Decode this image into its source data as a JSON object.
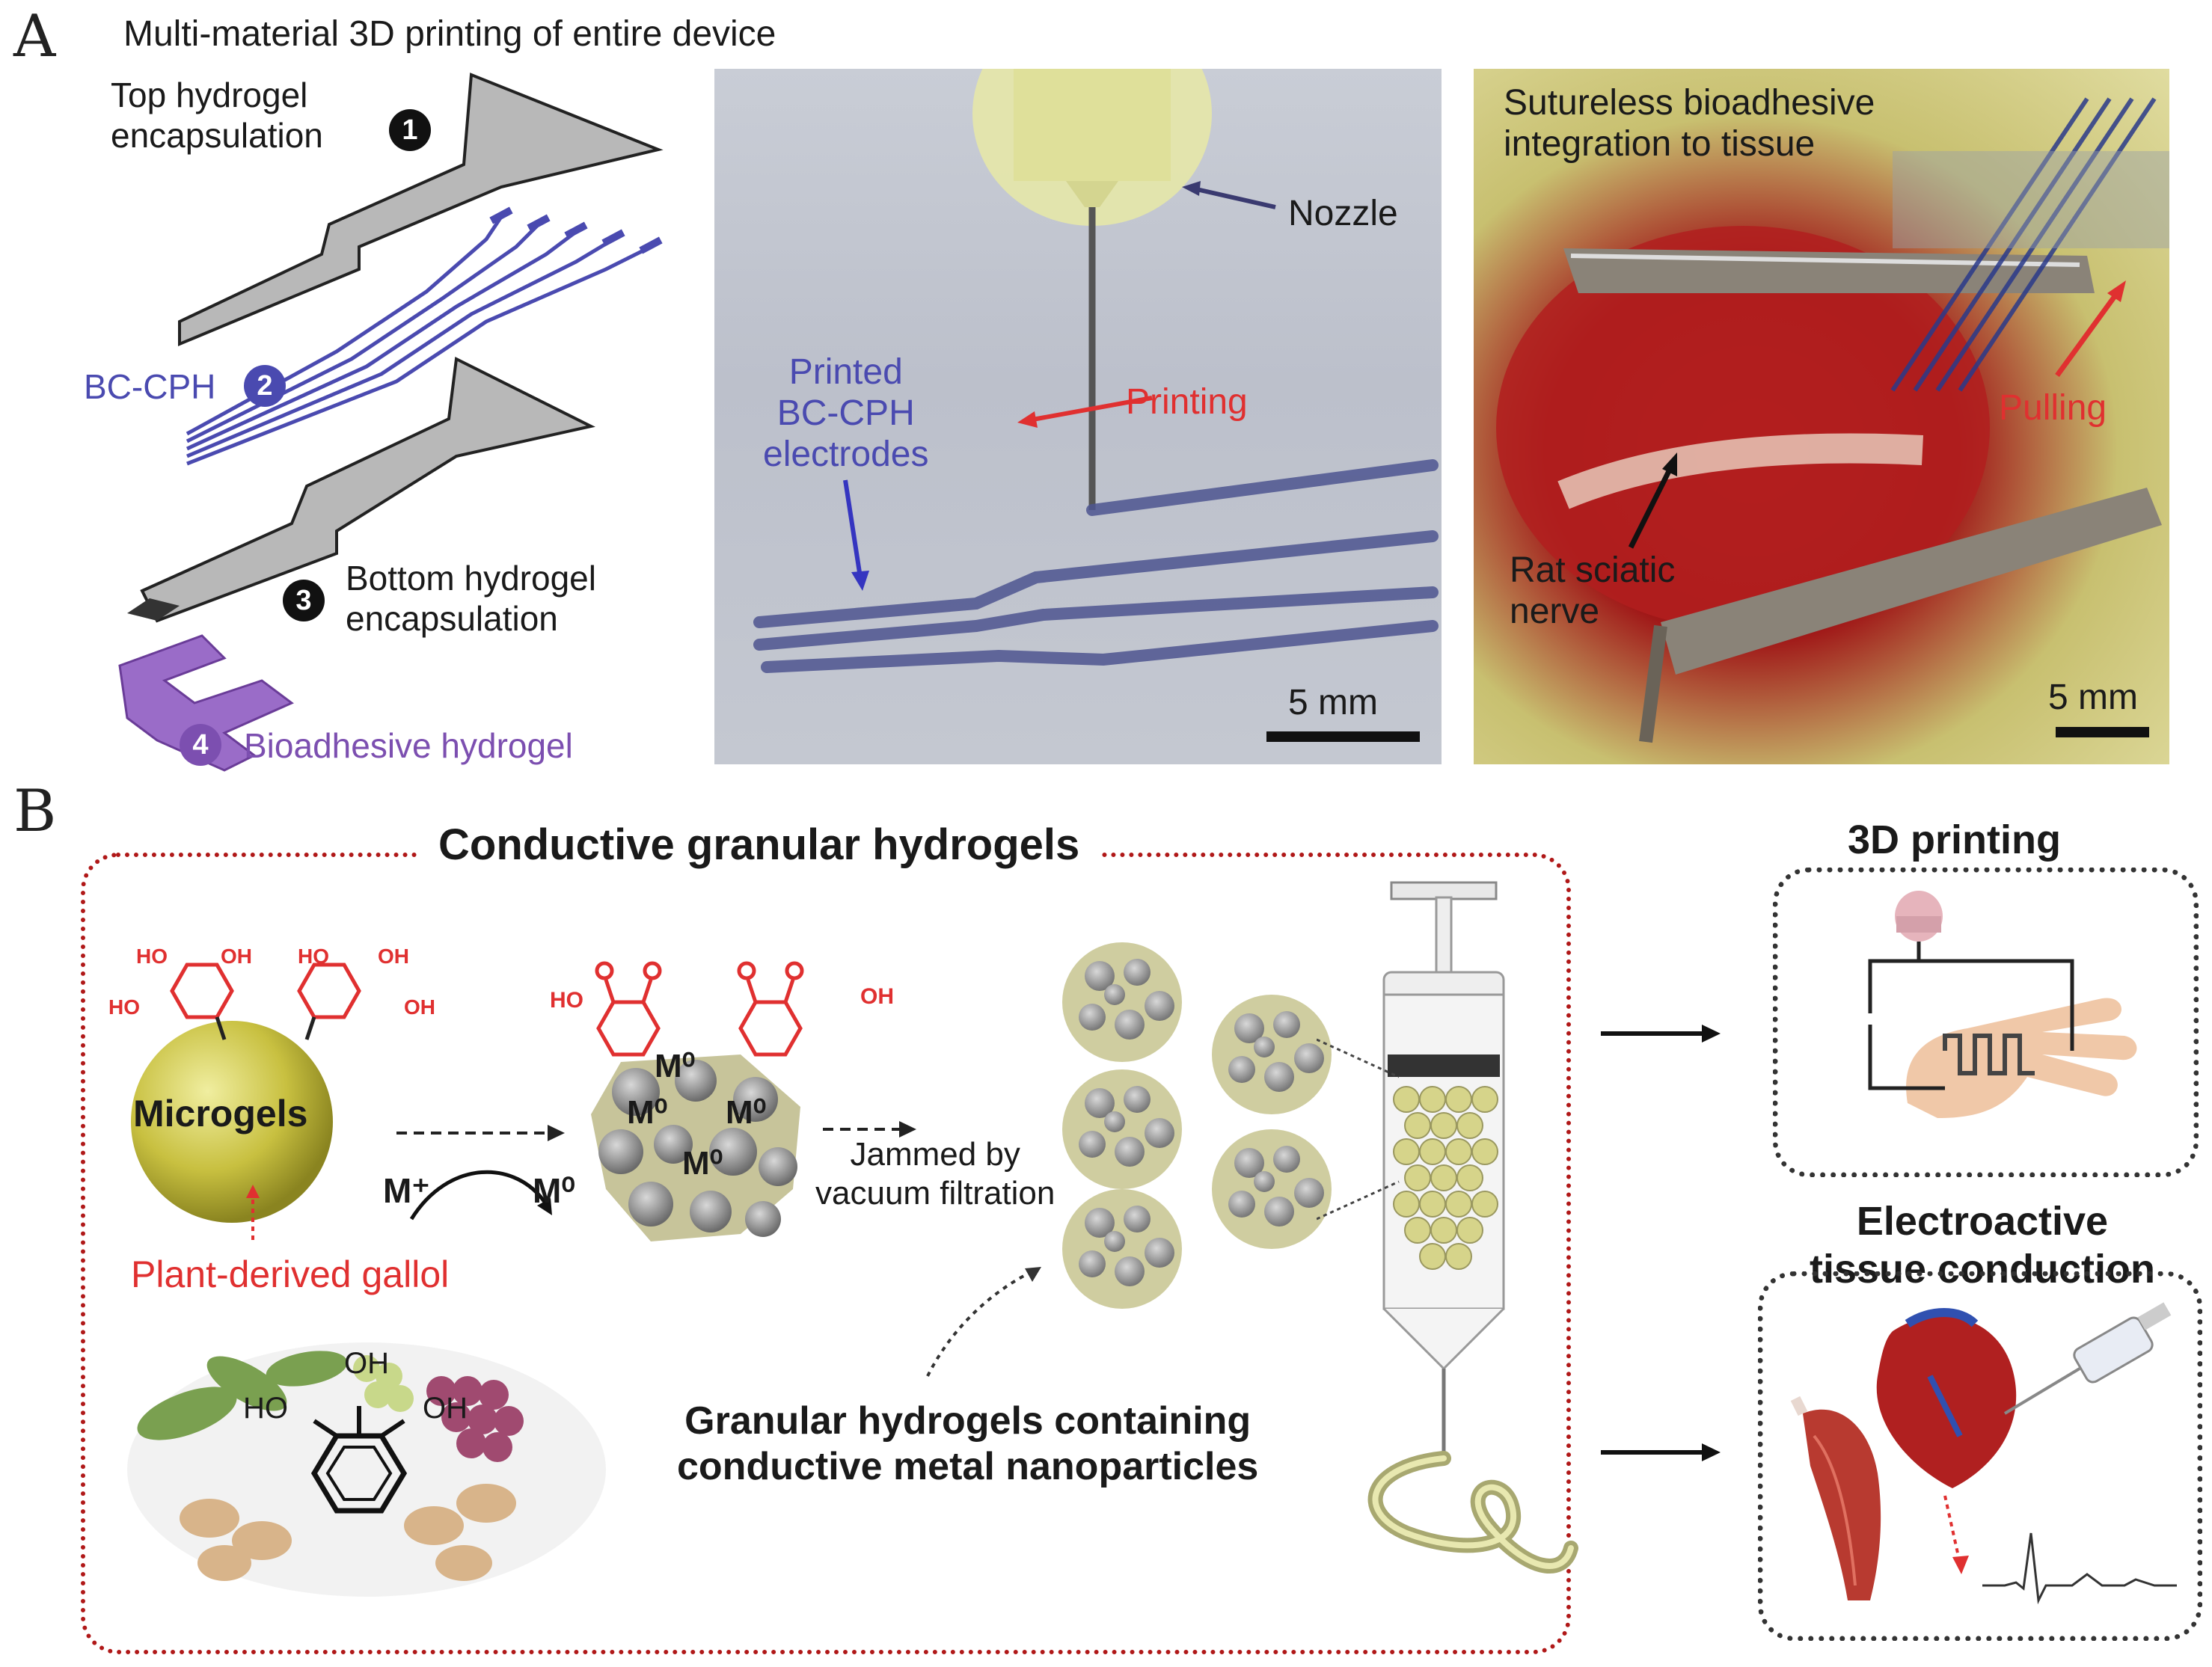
{
  "panel_a": {
    "letter": "A",
    "title": "Multi-material 3D printing of entire device",
    "layers": [
      {
        "num": "1",
        "label_lines": [
          "Top hydrogel",
          "encapsulation"
        ],
        "color": "#111111"
      },
      {
        "num": "2",
        "label_lines": [
          "BC-CPH"
        ],
        "color": "#4a4ab0"
      },
      {
        "num": "3",
        "label_lines": [
          "Bottom hydrogel",
          "encapsulation"
        ],
        "color": "#111111"
      },
      {
        "num": "4",
        "label_lines": [
          "Bioadhesive hydrogel"
        ],
        "color": "#7c4fb0"
      }
    ],
    "photo_printing": {
      "nozzle_label": "Nozzle",
      "printing_label": "Printing",
      "electrodes_label_lines": [
        "Printed",
        "BC-CPH",
        "electrodes"
      ],
      "scale_label": "5 mm"
    },
    "photo_tissue": {
      "title_lines": [
        "Sutureless bioadhesive",
        "integration to tissue"
      ],
      "pulling_label": "Pulling",
      "nerve_label_lines": [
        "Rat sciatic",
        "nerve"
      ],
      "scale_label": "5 mm"
    }
  },
  "panel_b": {
    "letter": "B",
    "box_title": "Conductive granular hydrogels",
    "microgels_label": "Microgels",
    "ho": "HO",
    "oh": "OH",
    "reaction_from": "M⁺",
    "reaction_to": "M⁰",
    "m0": "M⁰",
    "plant_label": "Plant-derived gallol",
    "jammed_lines": [
      "Jammed by",
      "vacuum filtration"
    ],
    "granular_lines": [
      "Granular hydrogels containing",
      "conductive metal nanoparticles"
    ],
    "printing_title": "3D printing",
    "electro_title_lines": [
      "Electroactive",
      "tissue conduction"
    ]
  },
  "colors": {
    "red": "#e03030",
    "blue": "#4a4ab0",
    "purple": "#7c4fb0",
    "microgel": "#c8c040",
    "dotted_box": "#333333",
    "red_box": "#b01818"
  }
}
